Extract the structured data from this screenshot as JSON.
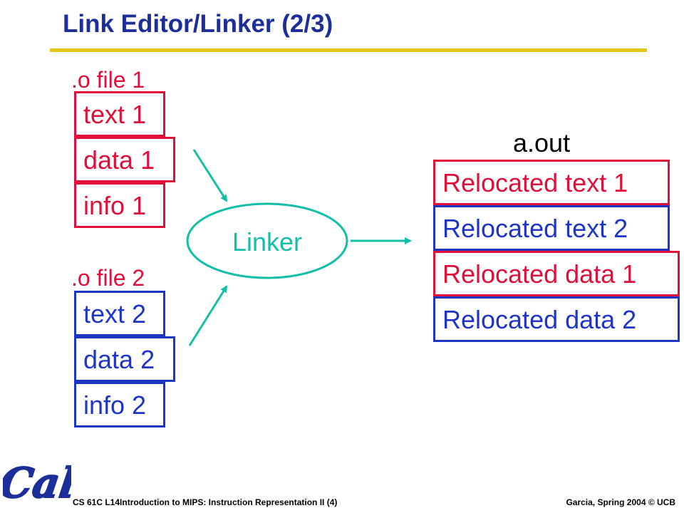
{
  "slide": {
    "title": "Link Editor/Linker (2/3)",
    "footer_left": "CS 61C L14Introduction to MIPS: Instruction Representation II (4)",
    "footer_right": "Garcia, Spring 2004 © UCB",
    "logo_text": "Cal"
  },
  "colors": {
    "title": "#1c2e99",
    "rule": "#e8c51a",
    "red": "#e0103a",
    "blue": "#1f35c8",
    "teal": "#13bfa6",
    "logo": "#1c2e99"
  },
  "diagram": {
    "file1": {
      "label": ".o file 1",
      "segments": [
        "text 1",
        "data 1",
        "info 1"
      ]
    },
    "file2": {
      "label": ".o file 2",
      "segments": [
        "text 2",
        "data 2",
        "info 2"
      ]
    },
    "linker": "Linker",
    "output": {
      "label": "a.out",
      "segments": [
        "Relocated text 1",
        "Relocated text 2",
        "Relocated data 1",
        "Relocated data 2"
      ]
    }
  }
}
